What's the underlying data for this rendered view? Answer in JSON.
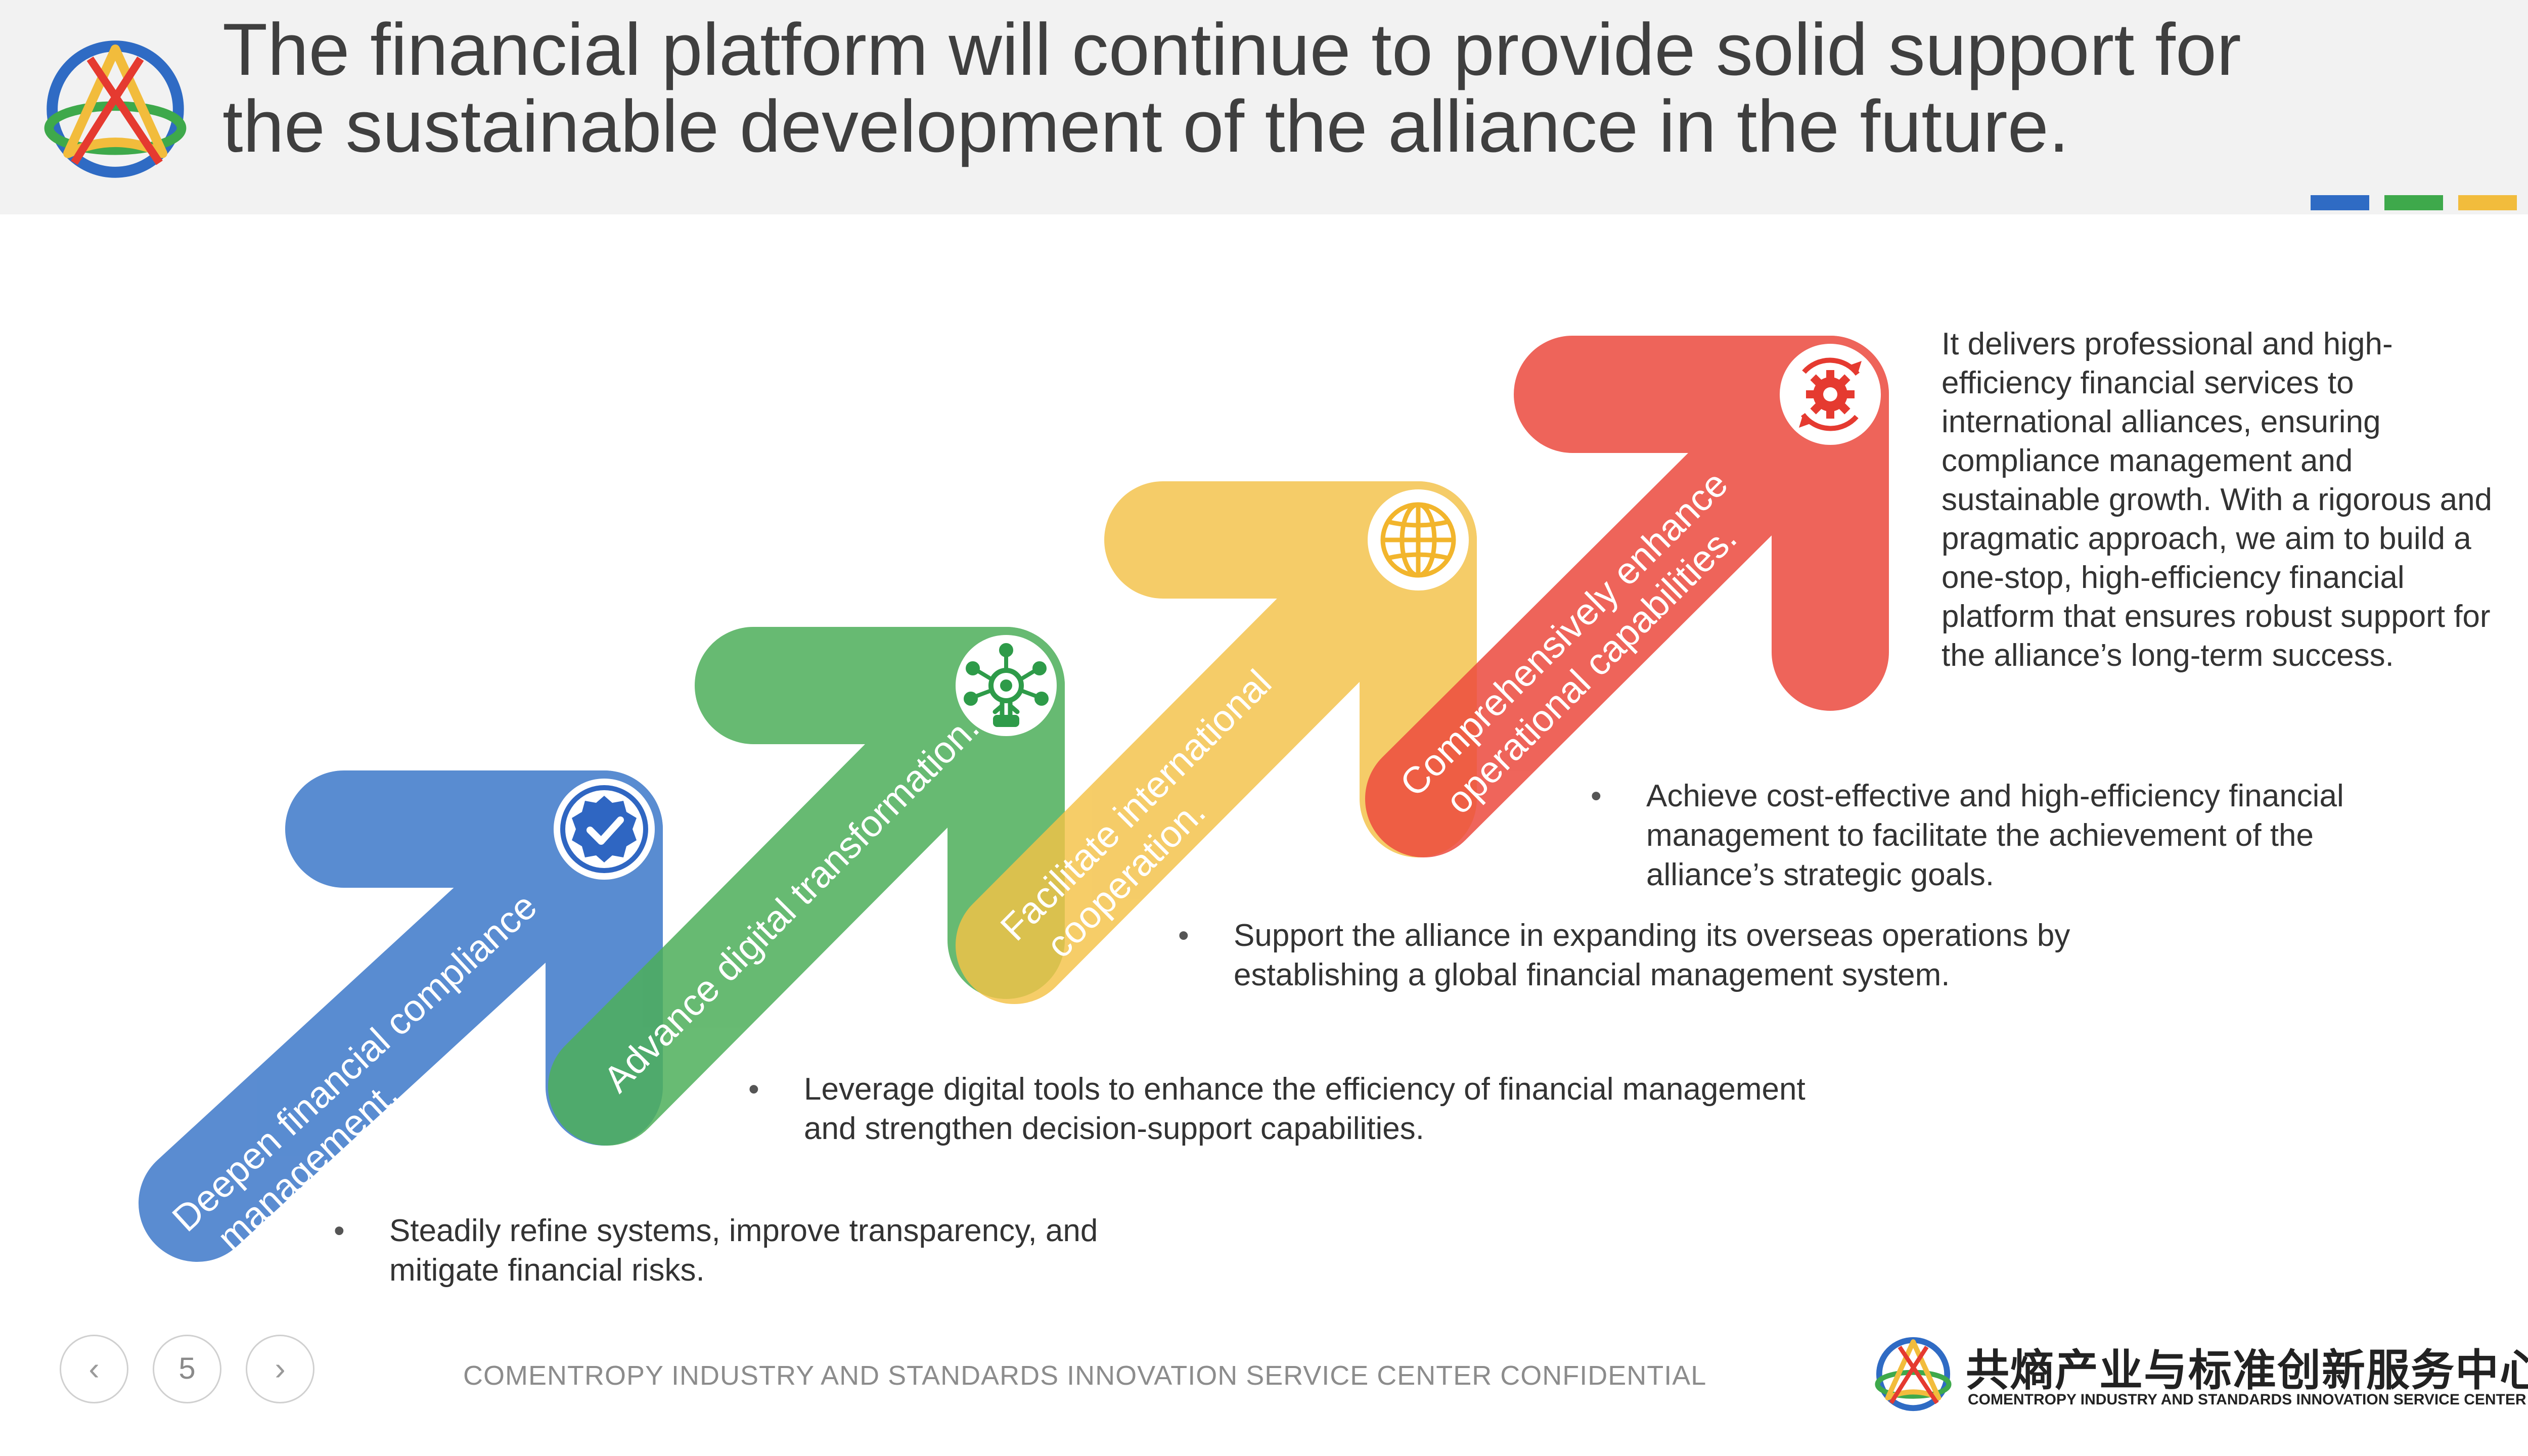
{
  "header": {
    "title_line1": "The financial platform will continue to provide solid support for",
    "title_line2": "the sustainable development of the alliance in the future.",
    "color_bars": [
      "#2f6bc4",
      "#3ea94b",
      "#f2bc3c",
      "#e53a30"
    ]
  },
  "arrows": [
    {
      "label_line1": "Deepen financial compliance",
      "label_line2": "management.",
      "color": "#3d78c9",
      "icon": "check-badge-icon"
    },
    {
      "label_line1": "Advance digital transformation.",
      "label_line2": "",
      "color": "#4daf5a",
      "icon": "digital-network-icon"
    },
    {
      "label_line1": "Facilitate international",
      "label_line2": "cooperation.",
      "color": "#f4c247",
      "icon": "globe-icon"
    },
    {
      "label_line1": "Comprehensively enhance",
      "label_line2": "operational capabilities.",
      "color": "#ec4a3e",
      "icon": "gear-refresh-icon"
    }
  ],
  "bullets": [
    {
      "line1": "Steadily refine systems, improve transparency, and",
      "line2": "mitigate financial risks."
    },
    {
      "line1": "Leverage digital tools to enhance the efficiency of financial management",
      "line2": "and strengthen decision-support capabilities."
    },
    {
      "line1": "Support the alliance in expanding its overseas operations by",
      "line2": "establishing a global financial management system."
    },
    {
      "line1": "Achieve cost-effective and high-efficiency financial",
      "line2": "management to facilitate the achievement of the",
      "line3": "alliance’s strategic goals."
    }
  ],
  "side_text": {
    "lines": [
      "It delivers professional and high-",
      "efficiency financial services to",
      "international alliances, ensuring",
      "compliance management and",
      "sustainable growth. With a rigorous and",
      "pragmatic approach, we aim to build a",
      "one-stop, high-efficiency financial",
      "platform that ensures robust support for",
      "the alliance’s long-term success."
    ]
  },
  "footer": {
    "page_number": "5",
    "prev_symbol": "‹",
    "next_symbol": "›",
    "confidential": "COMENTROPY INDUSTRY AND STANDARDS INNOVATION SERVICE CENTER CONFIDENTIAL",
    "org_cn": "共熵产业与标准创新服务中心",
    "org_en": "COMENTROPY INDUSTRY AND STANDARDS INNOVATION SERVICE CENTER"
  }
}
